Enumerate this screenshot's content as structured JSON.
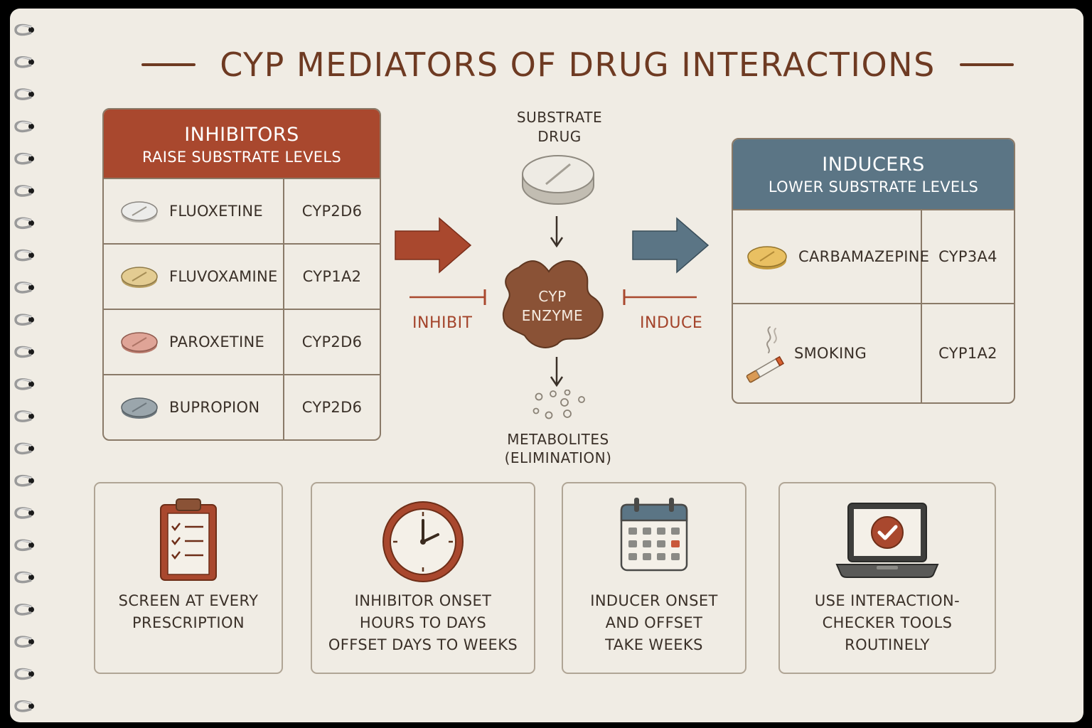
{
  "title": "CYP MEDIATORS OF DRUG INTERACTIONS",
  "colors": {
    "accent_brown": "#6e3a22",
    "inhibitor_red": "#a9482e",
    "inducer_blue": "#5b7585",
    "paper": "#f0ece4",
    "ink": "#3a3028"
  },
  "inhibitors": {
    "title": "INHIBITORS",
    "subtitle": "RAISE SUBSTRATE LEVELS",
    "rows": [
      {
        "drug": "FLUOXETINE",
        "enzyme": "CYP2D6",
        "pill_color": "#ececea"
      },
      {
        "drug": "FLUVOXAMINE",
        "enzyme": "CYP1A2",
        "pill_color": "#e3cc92"
      },
      {
        "drug": "PAROXETINE",
        "enzyme": "CYP2D6",
        "pill_color": "#dfa497"
      },
      {
        "drug": "BUPROPION",
        "enzyme": "CYP2D6",
        "pill_color": "#9ba6ac"
      }
    ]
  },
  "inducers": {
    "title": "INDUCERS",
    "subtitle": "LOWER SUBSTRATE LEVELS",
    "rows": [
      {
        "drug": "CARBAMAZEPINE",
        "enzyme": "CYP3A4",
        "icon": "yellow-pill-icon"
      },
      {
        "drug": "SMOKING",
        "enzyme": "CYP1A2",
        "icon": "cigarette-icon"
      }
    ]
  },
  "center": {
    "substrate_line1": "SUBSTRATE",
    "substrate_line2": "DRUG",
    "enzyme_line1": "CYP",
    "enzyme_line2": "ENZYME",
    "metabolites_line1": "METABOLITES",
    "metabolites_line2": "(ELIMINATION)",
    "inhibit_label": "INHIBIT",
    "induce_label": "INDUCE"
  },
  "cards": [
    {
      "icon": "clipboard-checklist-icon",
      "lines": [
        "SCREEN AT EVERY",
        "PRESCRIPTION"
      ]
    },
    {
      "icon": "clock-icon",
      "lines": [
        "INHIBITOR ONSET",
        "HOURS TO DAYS",
        "OFFSET DAYS TO WEEKS"
      ]
    },
    {
      "icon": "calendar-icon",
      "lines": [
        "INDUCER ONSET",
        "AND OFFSET",
        "TAKE WEEKS"
      ]
    },
    {
      "icon": "laptop-check-icon",
      "lines": [
        "USE INTERACTION-",
        "CHECKER TOOLS",
        "ROUTINELY"
      ]
    }
  ]
}
